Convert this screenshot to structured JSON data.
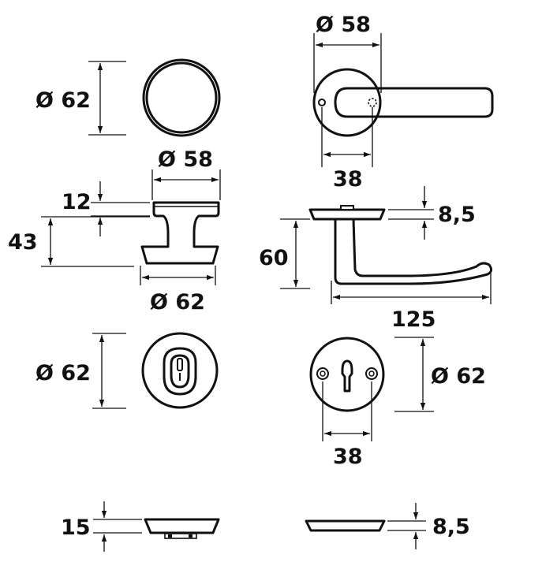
{
  "dimensions": {
    "knob_rose_top_diameter": "Ø 62",
    "lever_rose_top_diameter": "Ø 58",
    "lever_hole_spacing_top": "38",
    "knob_top_diameter": "Ø 58",
    "knob_rose_thickness": "12",
    "knob_height": "43",
    "knob_rose_side_diameter": "Ø 62",
    "lever_rose_thickness": "8,5",
    "lever_height": "60",
    "lever_length": "125",
    "cyl_rose_left_diameter": "Ø 62",
    "cyl_rose_right_diameter": "Ø 62",
    "cyl_hole_spacing": "38",
    "cyl_rose_left_thickness": "15",
    "cyl_rose_right_thickness": "8,5"
  },
  "colors": {
    "line": "#111111",
    "background": "#ffffff"
  }
}
